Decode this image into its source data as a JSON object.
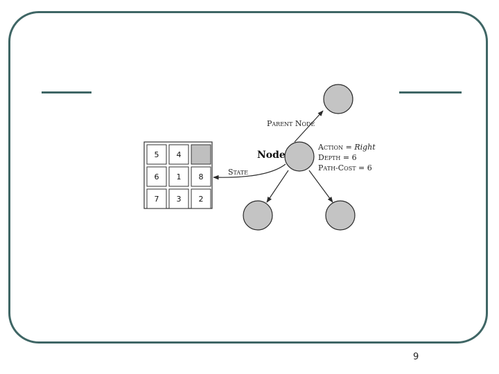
{
  "diagram": {
    "puzzle": {
      "tiles": [
        [
          "5",
          "4",
          ""
        ],
        [
          "6",
          "1",
          "8"
        ],
        [
          "7",
          "3",
          "2"
        ]
      ]
    },
    "labels": {
      "parent_node": "Parent Node",
      "node": "Node",
      "state": "State",
      "action_label": "Action",
      "action_value": "Right",
      "depth_label": "Depth",
      "depth_value": "6",
      "path_cost_label": "Path-Cost",
      "path_cost_value": "6"
    },
    "colors": {
      "node_fill": "#c4c4c4",
      "node_stroke": "#2a2a2a",
      "frame": "#3f6665",
      "blank_tile": "#bfbfbf"
    }
  },
  "footer": {
    "page_number": "9"
  }
}
